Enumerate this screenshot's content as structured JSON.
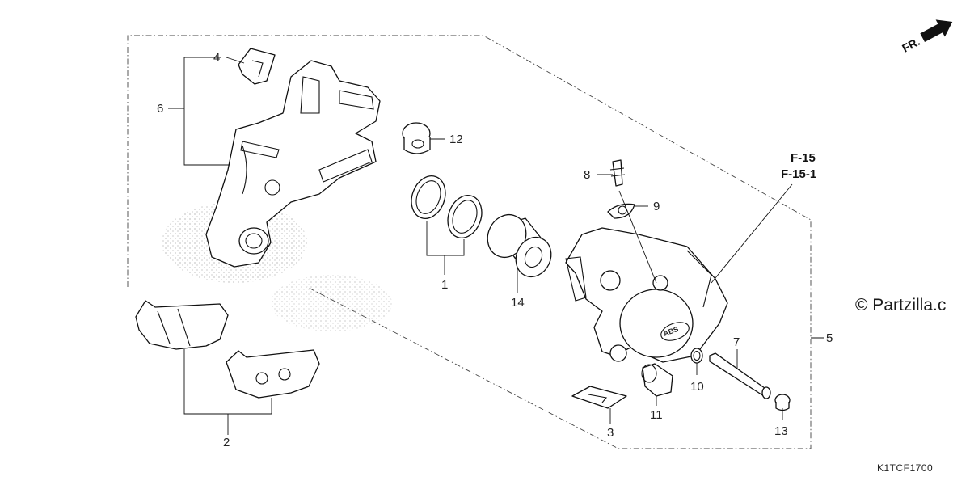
{
  "diagram": {
    "front_indicator": "FR.",
    "reference_codes": [
      "F-15",
      "F-15-1"
    ],
    "diagram_code": "K1TCF1700",
    "watermark": "© Partzilla.c"
  },
  "callouts": {
    "c1": "1",
    "c2": "2",
    "c3": "3",
    "c4": "4",
    "c5": "5",
    "c6": "6",
    "c7": "7",
    "c8": "8",
    "c9": "9",
    "c10": "10",
    "c11": "11",
    "c12": "12",
    "c13": "13",
    "c14": "14"
  },
  "icons": [
    "front-direction-arrow-icon"
  ]
}
